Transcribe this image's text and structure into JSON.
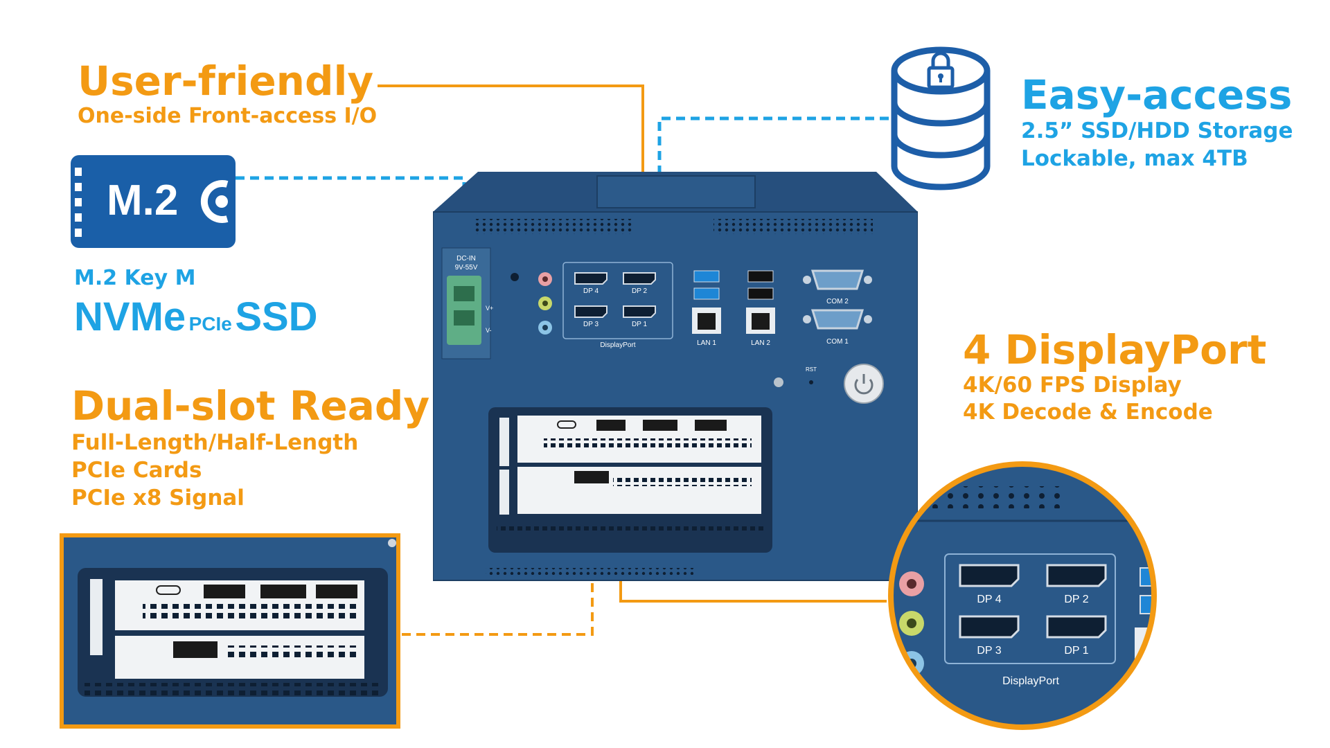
{
  "user_friendly": {
    "title": "User-friendly",
    "subtitle": "One-side Front-access I/O"
  },
  "easy_access": {
    "title": "Easy-access",
    "line1": "2.5” SSD/HDD Storage",
    "line2": "Lockable, max 4TB"
  },
  "m2": {
    "badge": "M.2",
    "key": "M.2 Key M",
    "nvme": "NVMe",
    "pcie": "PCIe",
    "ssd": "SSD"
  },
  "dual_slot": {
    "title": "Dual-slot Ready",
    "line1": "Full-Length/Half-Length",
    "line2": "PCIe Cards",
    "line3": "PCIe x8 Signal"
  },
  "displayport": {
    "title": "4 DisplayPort",
    "line1": "4K/60 FPS Display",
    "line2": "4K Decode & Encode"
  },
  "device": {
    "dc_in": "DC-IN",
    "voltage": "9V-55V",
    "v_plus": "V+",
    "v_minus": "V-",
    "dp4": "DP 4",
    "dp2": "DP 2",
    "dp3": "DP 3",
    "dp1": "DP 1",
    "dp_group": "DisplayPort",
    "lan1": "LAN 1",
    "lan2": "LAN 2",
    "com2": "COM 2",
    "com1": "COM 1",
    "rst": "RST"
  },
  "zoom": {
    "dp4": "DP 4",
    "dp2": "DP 2",
    "dp3": "DP 3",
    "dp1": "DP 1",
    "dp_group": "DisplayPort"
  },
  "colors": {
    "orange": "#f39a13",
    "blue": "#1ea3e4",
    "chassis": "#2a5888",
    "m2_badge": "#1a5fa8"
  },
  "icons": [
    "lock-database-icon",
    "m2-card-icon",
    "power-button-icon",
    "usb-icon",
    "ground-icon"
  ]
}
